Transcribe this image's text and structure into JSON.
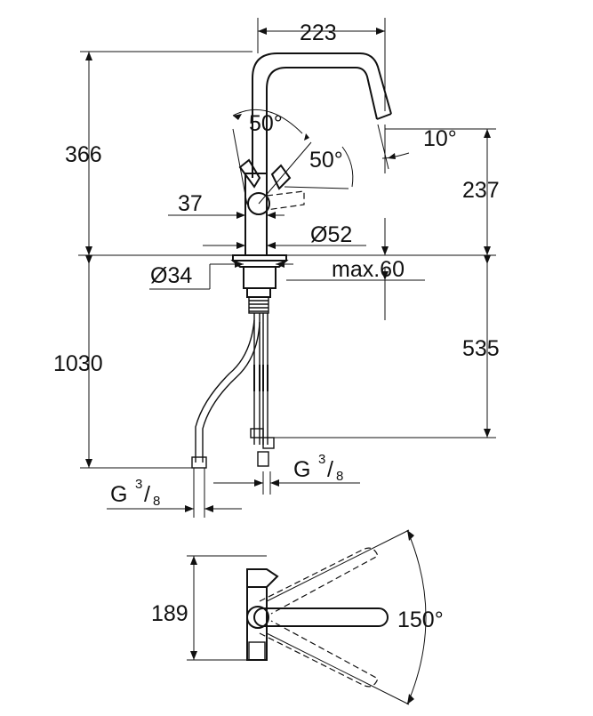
{
  "dimensions": {
    "width_top": "223",
    "height_spout": "366",
    "handle_angle_1": "50°",
    "handle_angle_2": "50°",
    "spout_tilt": "10°",
    "height_outlet": "237",
    "lever_offset": "37",
    "base_diameter": "Ø52",
    "shank_diameter": "Ø34",
    "max_thickness": "max.60",
    "total_height": "1030",
    "hose_length": "535",
    "connection": "G",
    "connection_fraction_num": "3",
    "connection_fraction_den": "8",
    "plan_height": "189",
    "swivel_angle": "150°"
  },
  "colors": {
    "line": "#111111",
    "background": "#ffffff"
  }
}
